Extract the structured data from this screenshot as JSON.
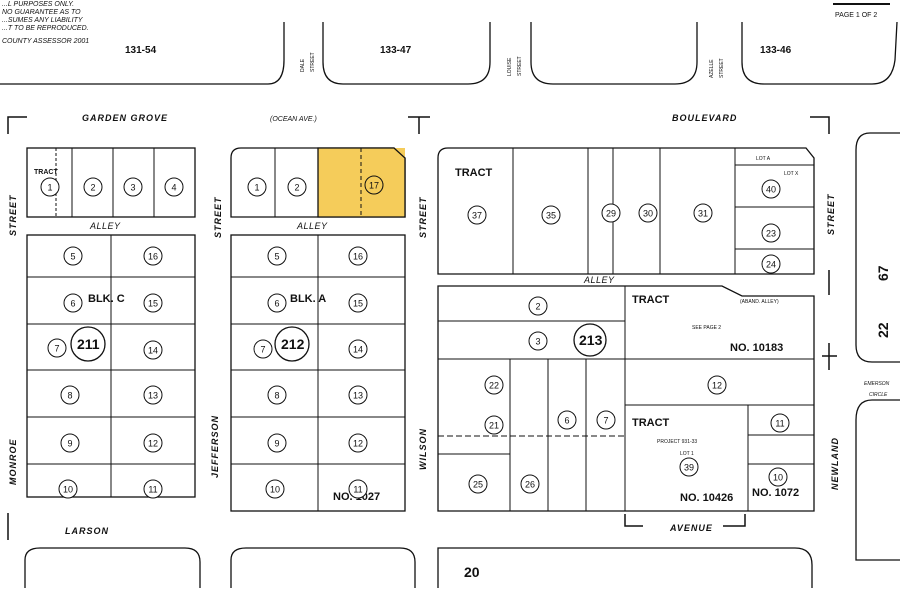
{
  "header": {
    "disclaimer_lines": [
      "...L PURPOSES ONLY.",
      "NO GUARANTEE AS TO",
      "...SUMES ANY LIABILITY",
      "...T TO BE REPRODUCED."
    ],
    "assessor": "COUNTY ASSESSOR 2001",
    "page": "PAGE 1 OF 2"
  },
  "map_book_refs": {
    "top_left": "131-54",
    "top_center": "133-47",
    "top_right": "133-46",
    "right_top": "67",
    "right_bottom": "22",
    "bottom_center": "20"
  },
  "streets": {
    "garden_grove": "GARDEN GROVE",
    "ocean_ave": "(OCEAN AVE.)",
    "boulevard": "BOULEVARD",
    "dale": "DALE",
    "dale_street": "STREET",
    "louise": "LOUISE",
    "louise_street": "STREET",
    "azelle": "AZELLE",
    "azelle_street": "STREET",
    "street_left": "STREET",
    "street_jefferson": "STREET",
    "street_wilson": "STREET",
    "street_right": "STREET",
    "monroe": "MONROE",
    "jefferson": "JEFFERSON",
    "wilson": "WILSON",
    "newland": "NEWLAND",
    "larson": "LARSON",
    "avenue": "AVENUE",
    "alley": "ALLEY",
    "emerson": "EMERSON",
    "circle": "CIRCLE"
  },
  "tract_labels": {
    "tract": "TRACT",
    "blk_c": "BLK. C",
    "blk_a": "BLK. A",
    "no_1027": "NO. 1027",
    "no_10183": "NO. 10183",
    "no_10426": "NO. 10426",
    "no_1072": "NO. 1072",
    "see_page": "SEE PAGE 2",
    "aband_alley": "(ABAND. ALLEY)",
    "project": "PROJECT 931-33",
    "lot_1": "LOT 1",
    "lot_a": "LOT A",
    "lot_x": "LOT X"
  },
  "block_numbers": {
    "c": "211",
    "a": "212",
    "b": "213"
  },
  "parcels": {
    "block_c": [
      "1",
      "2",
      "3",
      "4",
      "5",
      "16",
      "6",
      "15",
      "7",
      "14",
      "8",
      "13",
      "9",
      "12",
      "10",
      "11"
    ],
    "block_a": [
      "1",
      "2",
      "17",
      "5",
      "16",
      "6",
      "15",
      "7",
      "14",
      "8",
      "13",
      "9",
      "12",
      "10",
      "11"
    ],
    "wilson_top": [
      "37",
      "35",
      "29",
      "30",
      "31",
      "40",
      "23",
      "24"
    ],
    "wilson_bottom": [
      "2",
      "3",
      "22",
      "12",
      "21",
      "6",
      "7",
      "11",
      "25",
      "26",
      "39",
      "10"
    ]
  },
  "highlight": {
    "parcel": "17",
    "color": "#F5CC5A"
  }
}
